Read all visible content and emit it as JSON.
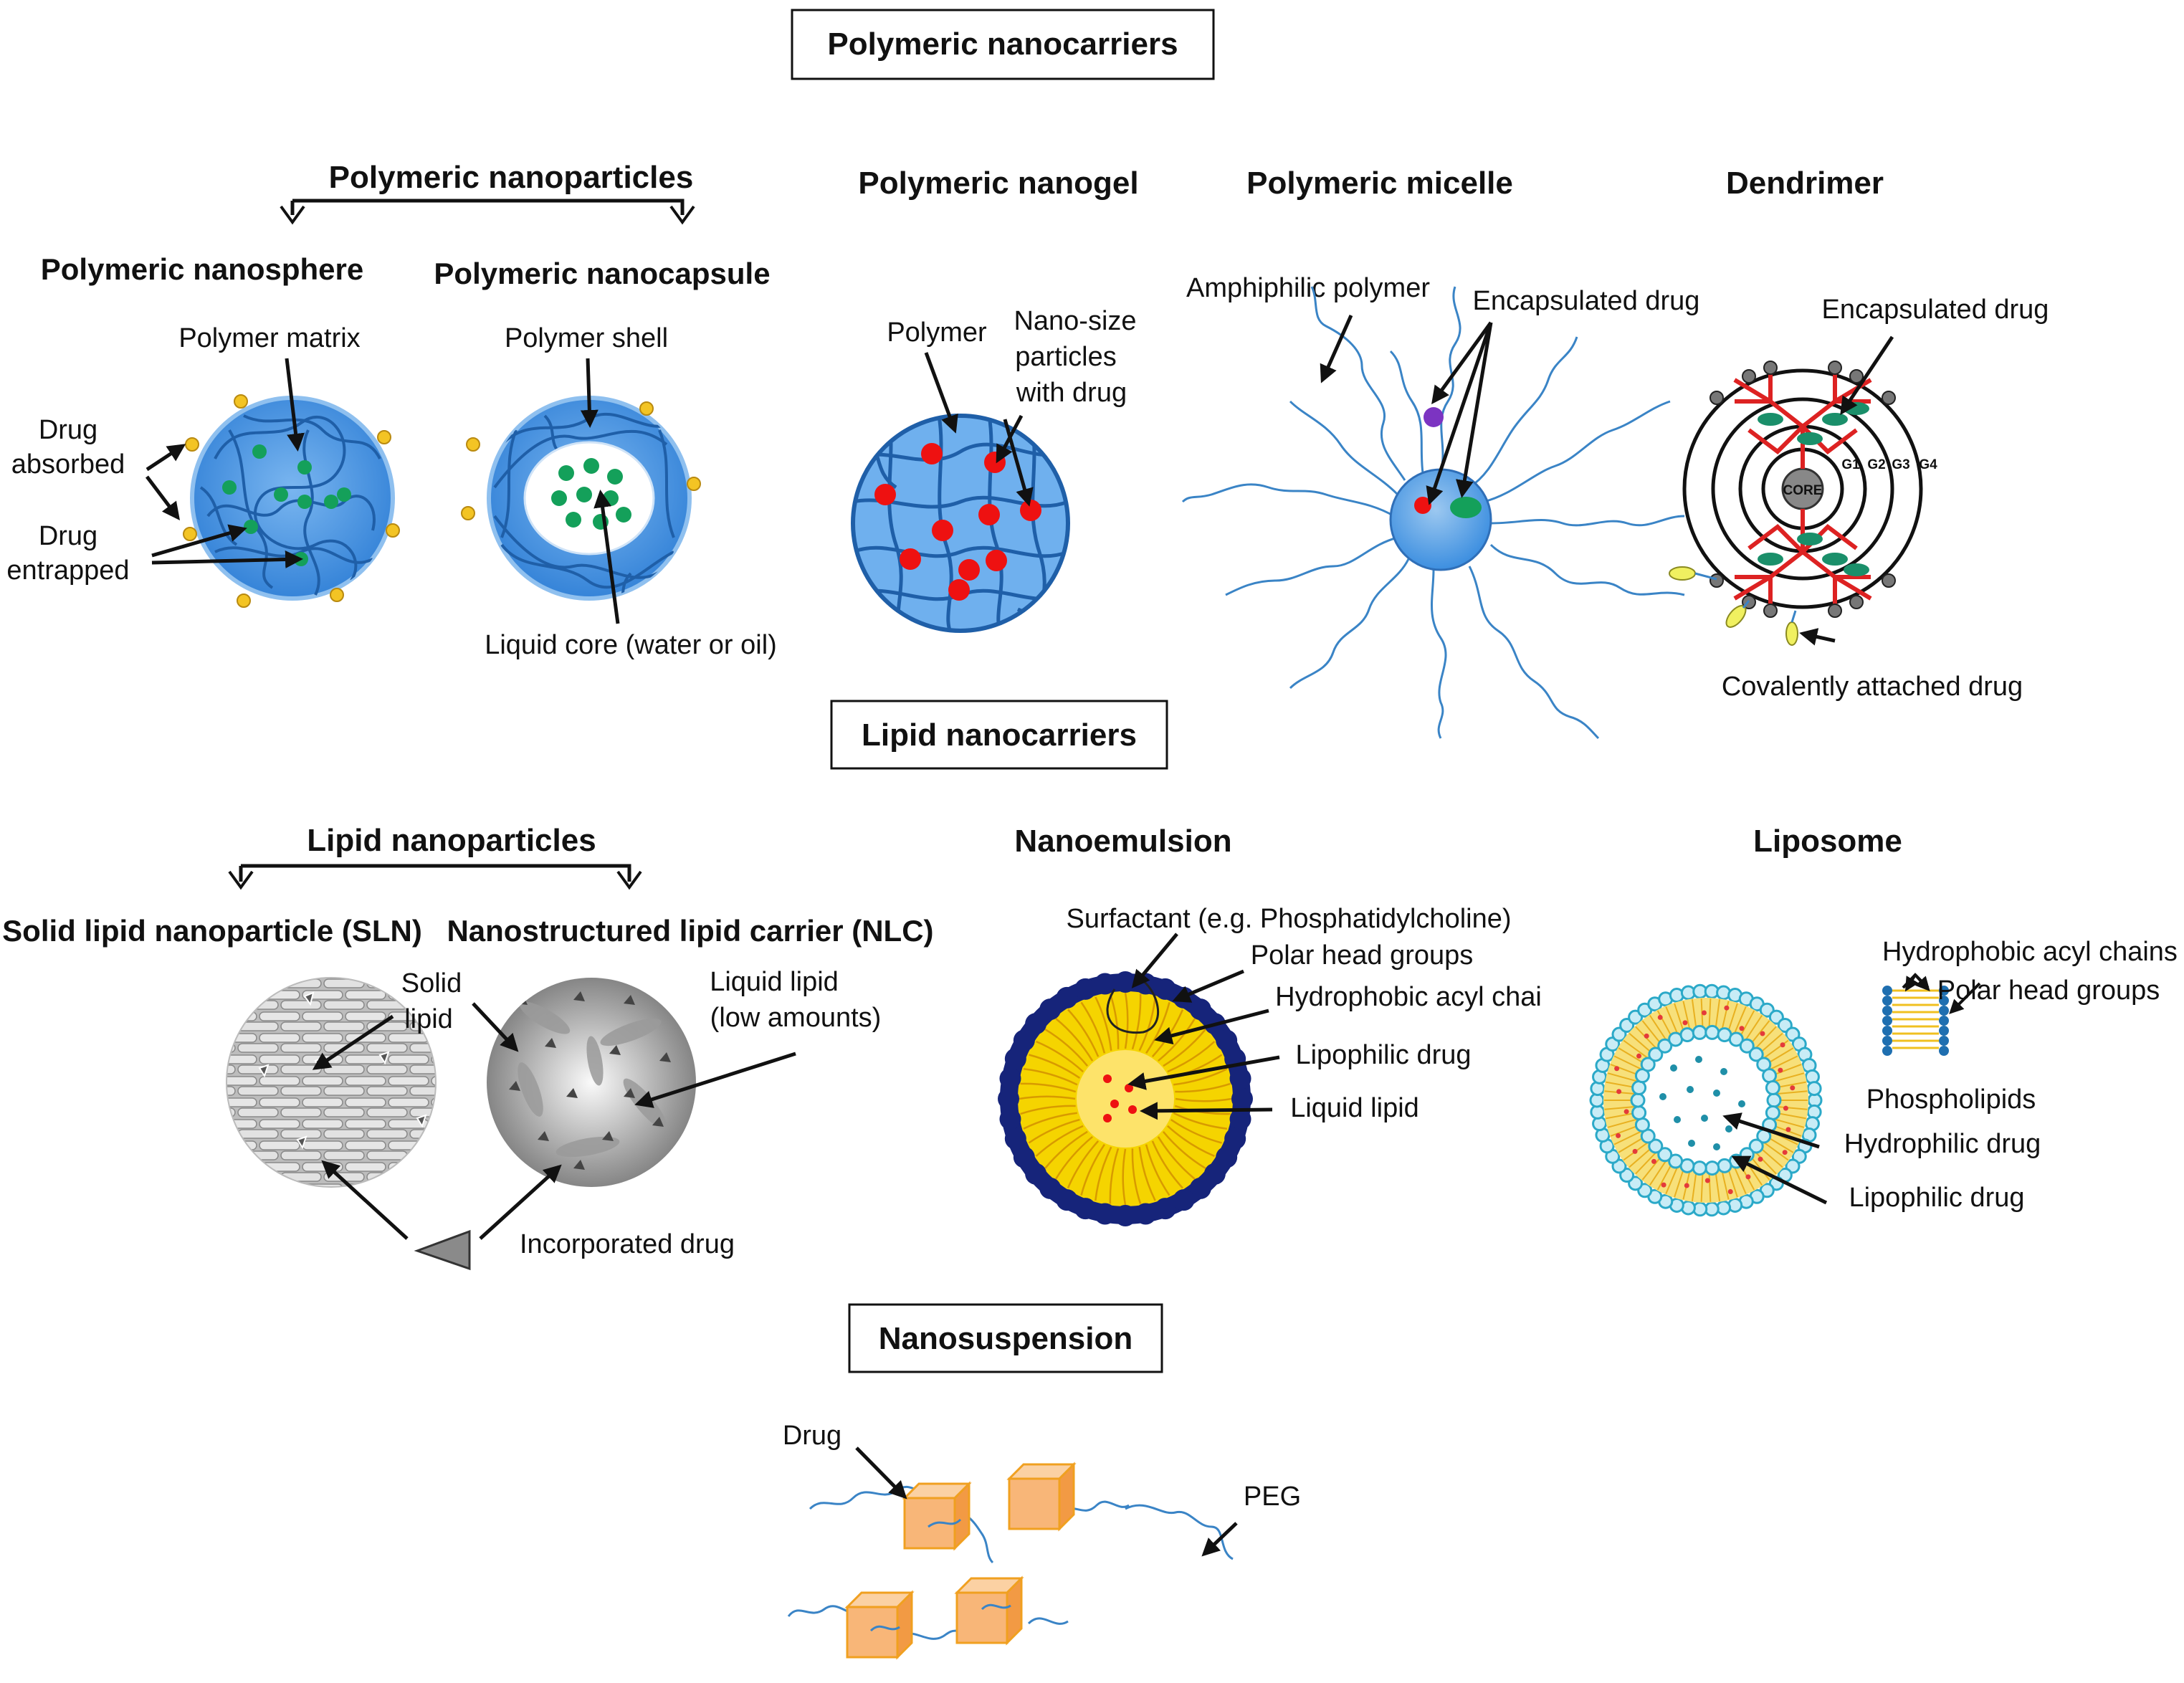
{
  "sections": {
    "polymeric_title": "Polymeric nanocarriers",
    "lipid_title": "Lipid nanocarriers",
    "nanosuspension_title": "Nanosuspension"
  },
  "polymeric": {
    "nanoparticles_heading": "Polymeric nanoparticles",
    "nanosphere": {
      "title": "Polymeric nanosphere",
      "polymer_matrix": "Polymer matrix",
      "drug_absorbed_1": "Drug",
      "drug_absorbed_2": "absorbed",
      "drug_entrapped_1": "Drug",
      "drug_entrapped_2": "entrapped"
    },
    "nanocapsule": {
      "title": "Polymeric nanocapsule",
      "polymer_shell": "Polymer shell",
      "liquid_core": "Liquid core (water or oil)"
    },
    "nanogel": {
      "title": "Polymeric nanogel",
      "polymer": "Polymer",
      "nano_size_1": "Nano-size",
      "nano_size_2": "particles",
      "nano_size_3": "with drug"
    },
    "micelle": {
      "title": "Polymeric micelle",
      "amphiphilic_polymer": "Amphiphilic polymer",
      "encapsulated_drug": "Encapsulated drug"
    },
    "dendrimer": {
      "title": "Dendrimer",
      "encapsulated_drug": "Encapsulated drug",
      "covalently_attached": "Covalently attached drug",
      "core": "CORE",
      "g1": "G1",
      "g2": "G2",
      "g3": "G3",
      "g4": "G4"
    }
  },
  "lipid": {
    "nanoparticles_heading": "Lipid nanoparticles",
    "sln": {
      "title": "Solid lipid nanoparticle (SLN)",
      "solid_lipid_1": "Solid",
      "solid_lipid_2": "lipid"
    },
    "nlc": {
      "title": "Nanostructured lipid carrier (NLC)",
      "liquid_lipid_1": "Liquid lipid",
      "liquid_lipid_2": "(low amounts)"
    },
    "incorporated_drug": "Incorporated drug",
    "nanoemulsion": {
      "title": "Nanoemulsion",
      "surfactant": "Surfactant (e.g. Phosphatidylcholine)",
      "polar_head": "Polar head groups",
      "hydrophobic_acyl": "Hydrophobic acyl chai",
      "lipophilic_drug": "Lipophilic drug",
      "liquid_lipid": "Liquid lipid"
    },
    "liposome": {
      "title": "Liposome",
      "hydrophobic_acyl": "Hydrophobic acyl chains",
      "polar_head": "Polar head groups",
      "phospholipids": "Phospholipids",
      "hydrophilic_drug": "Hydrophilic drug",
      "lipophilic_drug": "Lipophilic drug"
    }
  },
  "nanosuspension": {
    "drug": "Drug",
    "peg": "PEG"
  },
  "colors": {
    "polymer_blue": "#3d8fe0",
    "polymer_line": "#1f5fa8",
    "drug_green": "#14a05a",
    "drug_red": "#ee1111",
    "drug_yellow": "#f3c424",
    "dendrimer_red": "#dd2222",
    "emulsion_navy": "#16247a",
    "emulsion_yellow": "#f5d400",
    "liposome_cyan": "#2ba9c8",
    "cube_orange": "#f8b678",
    "cube_edge": "#f0a020",
    "peg_blue": "#3a84c6"
  }
}
